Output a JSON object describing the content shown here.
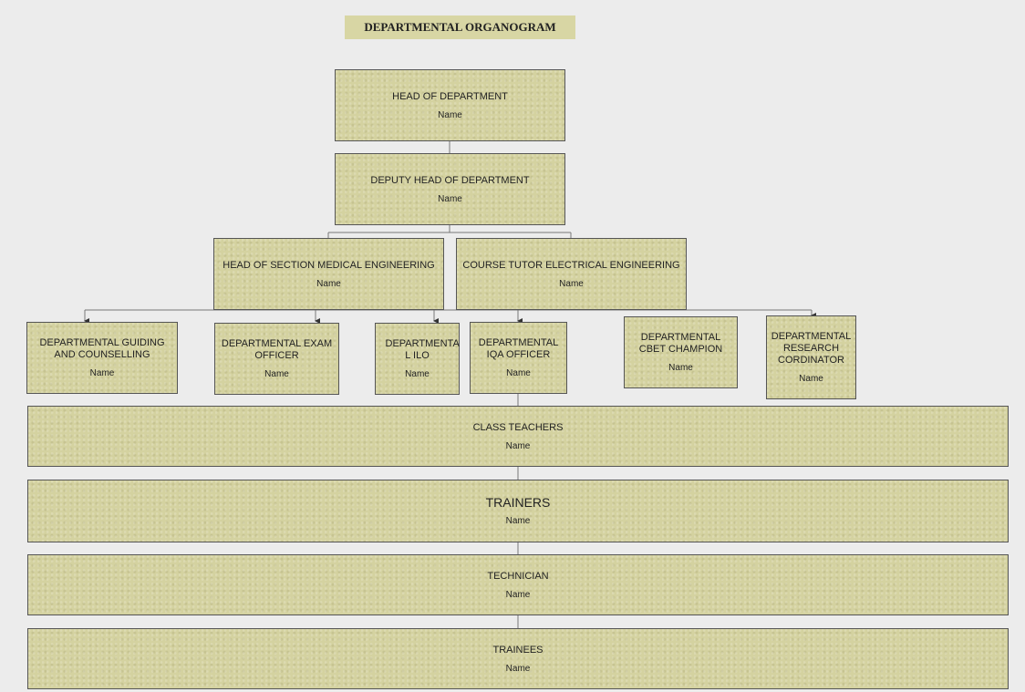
{
  "title": "DEPARTMENTAL ORGANOGRAM",
  "nodes": {
    "hod": {
      "role": "HEAD OF DEPARTMENT",
      "name": "Name"
    },
    "deputy": {
      "role": "DEPUTY HEAD OF DEPARTMENT",
      "name": "Name"
    },
    "hos_medical": {
      "role": "HEAD OF SECTION MEDICAL ENGINEERING",
      "name": "Name"
    },
    "course_tutor": {
      "role": "COURSE TUTOR ELECTRICAL ENGINEERING",
      "name": "Name"
    },
    "guiding": {
      "role": "DEPARTMENTAL GUIDING AND COUNSELLING",
      "name": "Name"
    },
    "exam": {
      "role": "DEPARTMENTAL EXAM OFFICER",
      "name": "Name"
    },
    "ilo": {
      "role": "DEPARTMENTA L ILO",
      "name": "Name"
    },
    "iqa": {
      "role": "DEPARTMENTAL IQA OFFICER",
      "name": "Name"
    },
    "cbet": {
      "role": "DEPARTMENTAL CBET CHAMPION",
      "name": "Name"
    },
    "research": {
      "role": "DEPARTMENTAL RESEARCH CORDINATOR",
      "name": "Name"
    },
    "class_teachers": {
      "role": "CLASS TEACHERS",
      "name": "Name"
    },
    "trainers": {
      "role": "TRAINERS",
      "name": "Name"
    },
    "technician": {
      "role": "TECHNICIAN",
      "name": "Name"
    },
    "trainees": {
      "role": "TRAINEES",
      "name": "Name"
    }
  }
}
